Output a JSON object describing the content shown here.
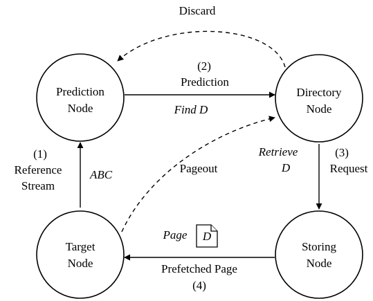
{
  "nodes": {
    "prediction": {
      "line1": "Prediction",
      "line2": "Node"
    },
    "directory": {
      "line1": "Directory",
      "line2": "Node"
    },
    "target": {
      "line1": "Target",
      "line2": "Node"
    },
    "storing": {
      "line1": "Storing",
      "line2": "Node"
    }
  },
  "edges": {
    "discard": {
      "label": "Discard"
    },
    "prediction": {
      "step": "(2)",
      "label": "Prediction",
      "sublabel": "Find D"
    },
    "request": {
      "step": "(3)",
      "label": "Request",
      "sublabel_line1": "Retrieve",
      "sublabel_line2": "D"
    },
    "reference": {
      "step": "(1)",
      "label_line1": "Reference",
      "label_line2": "Stream",
      "sublabel": "ABC"
    },
    "pageout": {
      "label": "Pageout"
    },
    "prefetched": {
      "step": "(4)",
      "label": "Prefetched Page",
      "page_label": "Page",
      "page_icon_letter": "D"
    }
  }
}
